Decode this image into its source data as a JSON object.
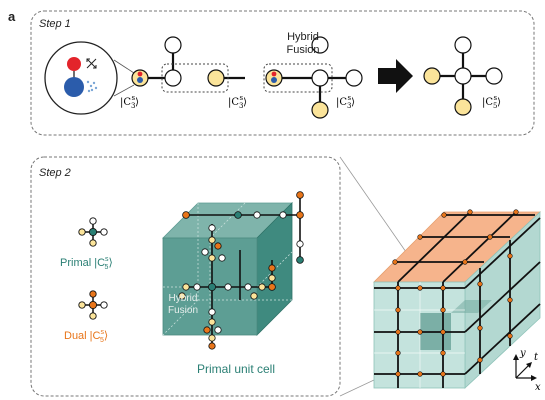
{
  "figure": {
    "panel_label": "a",
    "step1": {
      "title": "Step 1",
      "fusion_label_line1": "Hybrid",
      "fusion_label_line2": "Fusion",
      "ket_c3_a": "|C",
      "ket_c3_sub": "3",
      "ket_c3_sup": "s",
      "ket_close": "⟩",
      "ket_c5_sub": "5",
      "ket_c5_sup": "s"
    },
    "step2": {
      "title": "Step 2",
      "primal_label": "Primal |C",
      "primal_sup": "s",
      "primal_sub": "5",
      "dual_label": "Dual |C",
      "dual_sup": "s",
      "dual_sub": "5",
      "ket_close": "⟩",
      "fusion_line1": "Hybrid",
      "fusion_line2": "Fusion",
      "unit_cell_label": "Primal unit cell"
    },
    "axes": {
      "y": "y",
      "t": "t",
      "x": "x"
    },
    "colors": {
      "yellow": "#fbe49a",
      "orange": "#e8751a",
      "teal": "#2a7f74",
      "teal_light": "#bfe0da",
      "red": "#e3242b",
      "blue": "#2b5cab",
      "peach": "#f6b48c"
    }
  }
}
